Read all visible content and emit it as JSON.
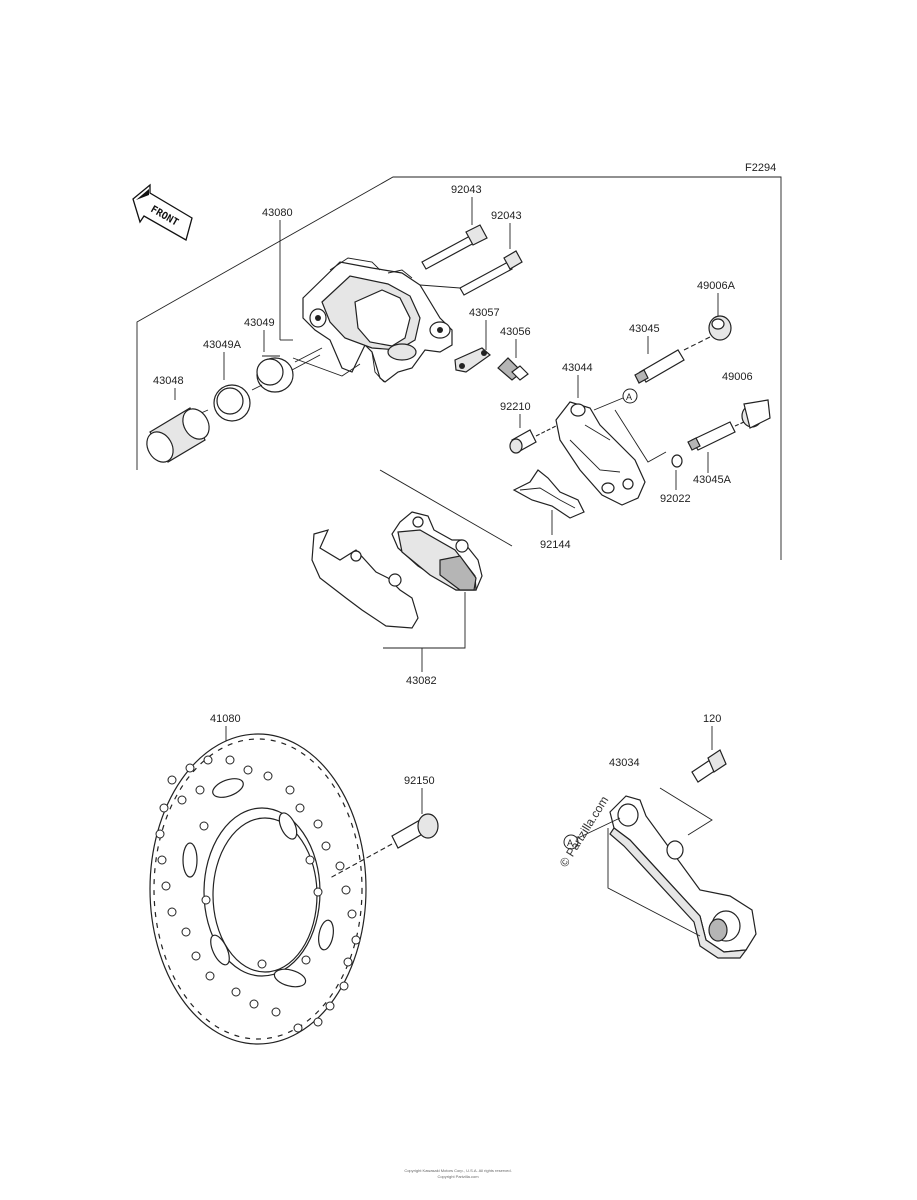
{
  "figure_code": "F2294",
  "front_label": "FRONT",
  "watermark": "© Partzilla.com",
  "footer_line1": "Copyright Kawasaki Motors Corp., U.S.A. All rights reserved.",
  "footer_line2": "Copyright Partzilla.com",
  "parts": {
    "caliper": "43080",
    "bolt_a": "92043",
    "bolt_b": "92043",
    "pin_43057": "43057",
    "bleeder": "43056",
    "seal_outer": "43049",
    "seal_inner": "43049A",
    "piston": "43048",
    "pin_43045": "43045",
    "boot_a": "49006A",
    "boot_b": "49006",
    "bracket": "43044",
    "bolt_92210": "92210",
    "washer": "92022",
    "pin_43045a": "43045A",
    "spring": "92144",
    "pads": "43082",
    "disc": "41080",
    "disc_bolt": "92150",
    "torque_link": "43034",
    "link_bolt": "120"
  },
  "callout_a": "A"
}
